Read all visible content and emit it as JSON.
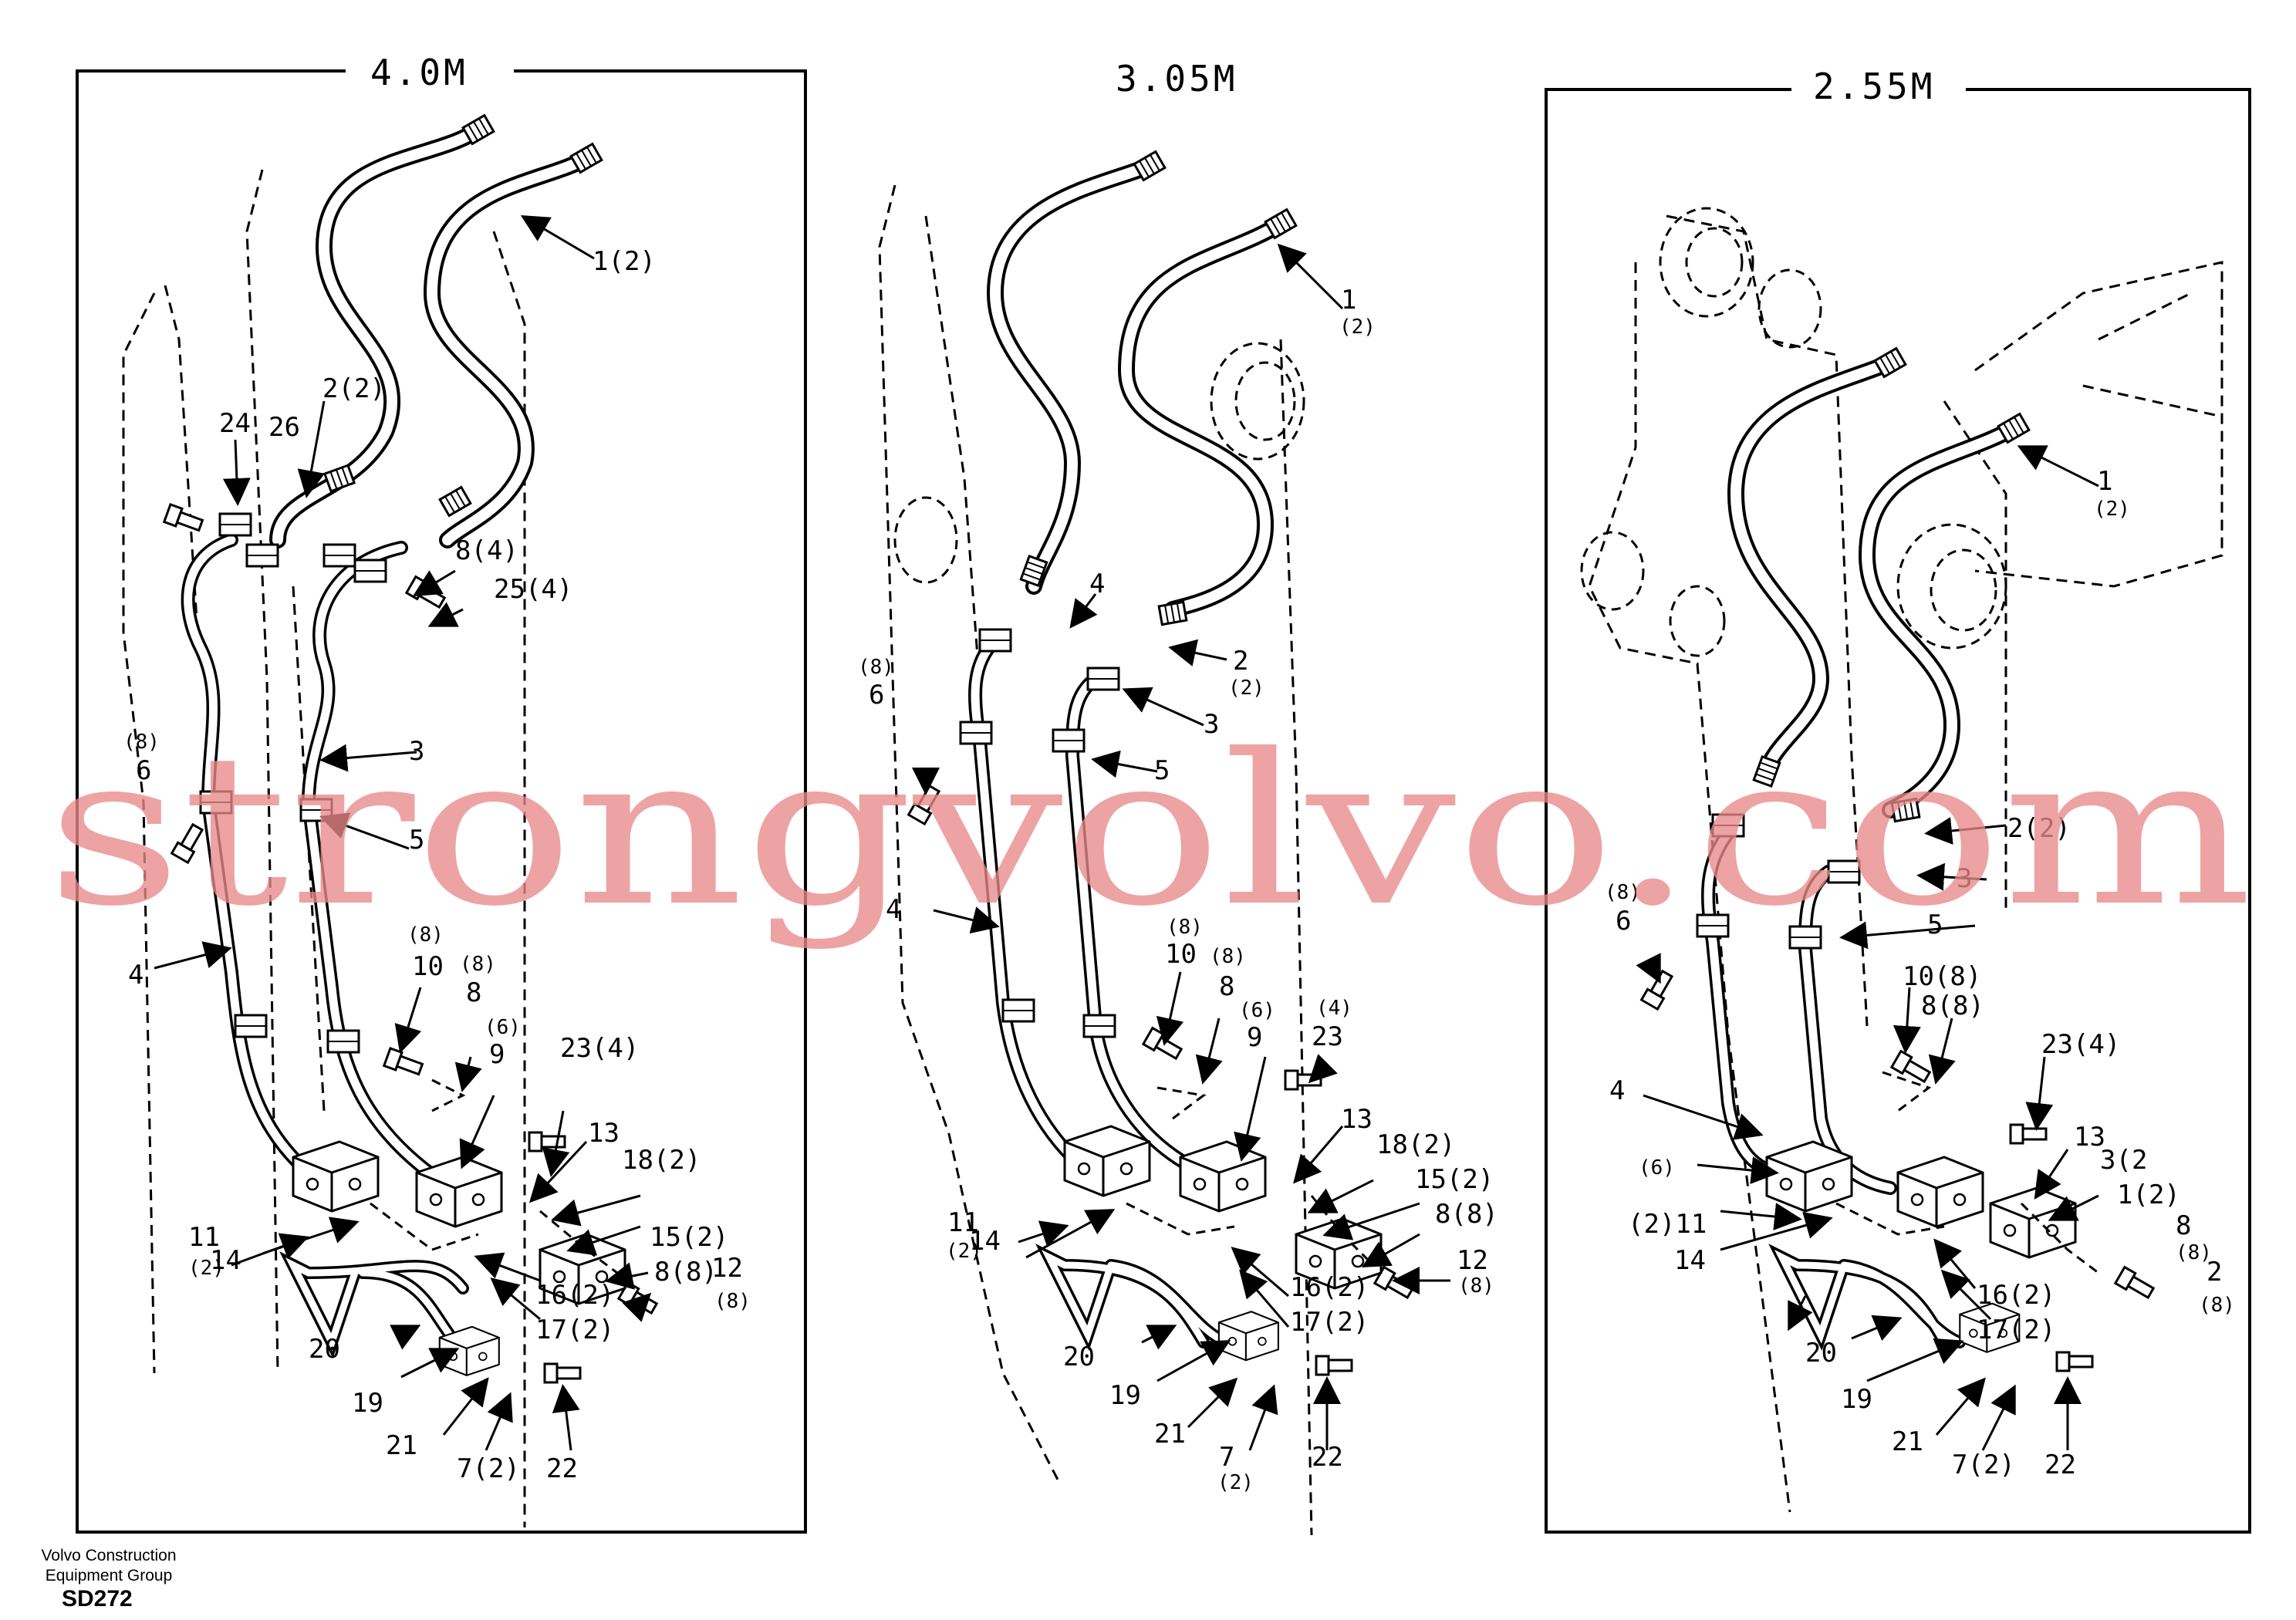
{
  "panels": [
    {
      "title": "4.0M"
    },
    {
      "title": "3.05M"
    },
    {
      "title": "2.55M"
    }
  ],
  "labels": {
    "p1": [
      "1(2)",
      "2(2)",
      "24",
      "26",
      "8(4)",
      "25(4)",
      "(8)",
      "6",
      "3",
      "5",
      "4",
      "(8)",
      "10",
      "(8)",
      "8",
      "(6)",
      "9",
      "23(4)",
      "13",
      "18(2)",
      "15(2)",
      "8(8)",
      "12",
      "(8)",
      "11",
      "(2)",
      "14",
      "16(2)",
      "17(2)",
      "20",
      "19",
      "21",
      "7(2)",
      "22"
    ],
    "p2": [
      "1",
      "(2)",
      "4",
      "2",
      "(2)",
      "3",
      "(8)",
      "6",
      "5",
      "4",
      "(8)",
      "10",
      "(8)",
      "8",
      "(6)",
      "9",
      "(4)",
      "23",
      "13",
      "18(2)",
      "15(2)",
      "8(8)",
      "12",
      "(8)",
      "11",
      "(2)",
      "14",
      "16(2)",
      "17(2)",
      "20",
      "19",
      "21",
      "7",
      "(2)",
      "22"
    ],
    "p3": [
      "1",
      "(2)",
      "2(2)",
      "3",
      "(8)",
      "6",
      "5",
      "10(8)",
      "8(8)",
      "23(4)",
      "4",
      "(6)",
      "13",
      "3(2",
      "1(2)",
      "8",
      "(8)",
      "2",
      "(8)",
      "(2)11",
      "14",
      "16(2)",
      "17(2)",
      "20",
      "19",
      "21",
      "7(2)",
      "22"
    ]
  },
  "watermark": "strongvolvo.com",
  "footer": {
    "company": "Volvo Construction Equipment Group",
    "code": "SD272"
  }
}
